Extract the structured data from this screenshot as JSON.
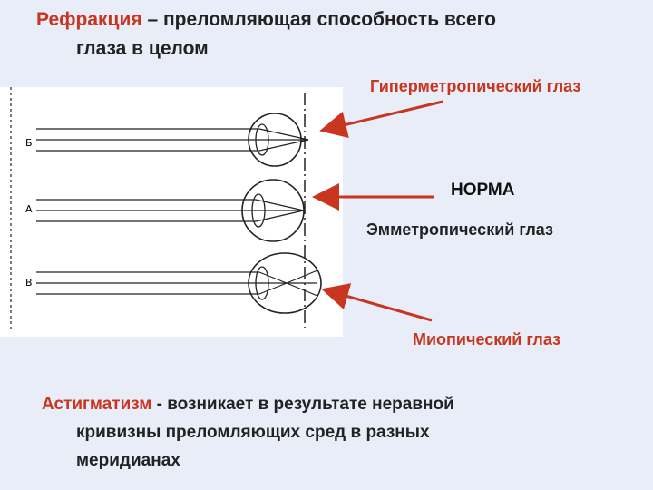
{
  "title": {
    "term": "Рефракция",
    "text": " – преломляющая способность всего",
    "line2": "глаза в целом"
  },
  "labels": {
    "hyperopic": "Гиперметропический глаз",
    "norm": "НОРМА",
    "emmetropic": "Эмметропический глаз",
    "myopic": "Миопический глаз"
  },
  "diagram": {
    "row_labels": [
      "Б",
      "А",
      "В"
    ]
  },
  "astigmatism": {
    "term": "Астигматизм",
    "text": " - возникает в результате неравной",
    "line2": "кривизны преломляющих сред в разных",
    "line3": "меридианах"
  },
  "colors": {
    "accent": "#c8361f",
    "background": "#e8edf8"
  }
}
